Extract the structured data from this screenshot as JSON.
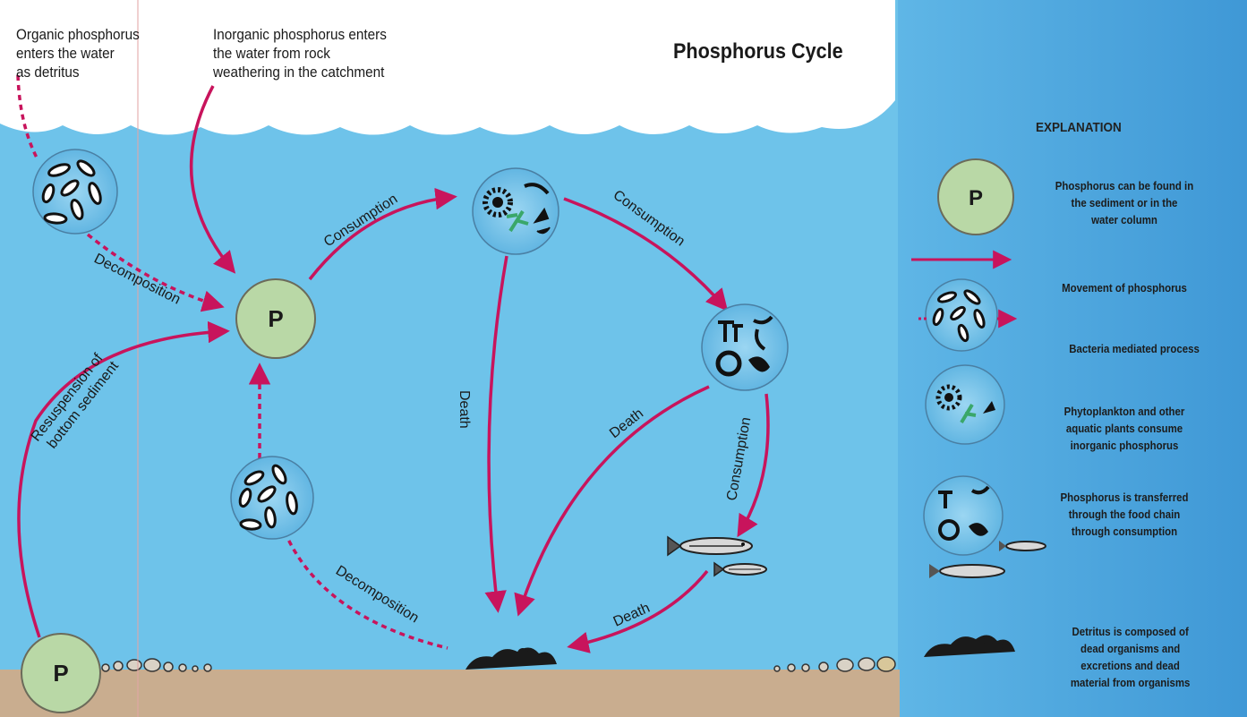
{
  "title": "Phosphorus Cycle",
  "header": {
    "organic_note": [
      "Organic phosphorus",
      "enters the water",
      "as detritus"
    ],
    "inorganic_note": [
      "Inorganic phosphorus enters",
      "the water from rock",
      "weathering in the catchment"
    ]
  },
  "node_symbol": "P",
  "labels": {
    "decomposition_upper": "Decomposition",
    "resuspension": [
      "Resuspension of",
      "bottom sediment"
    ],
    "consumption_1": "Consumption",
    "consumption_2": "Consumption",
    "consumption_3": "Consumption",
    "death_1": "Death",
    "death_2": "Death",
    "death_3": "Death",
    "decomposition_lower": "Decomposition"
  },
  "legend": {
    "title": "EXPLANATION",
    "items": [
      {
        "icon": "phosphorus-circle-icon",
        "text": [
          "Phosphorus can be found in",
          "the sediment or in the",
          "water column"
        ]
      },
      {
        "icon": "arrow-icon",
        "text": [
          "Movement of phosphorus"
        ]
      },
      {
        "icon": "bacteria-circle-icon",
        "text": [
          "Bacteria mediated process"
        ]
      },
      {
        "icon": "phytoplankton-circle-icon",
        "text": [
          "Phytoplankton and other",
          "aquatic plants consume",
          "inorganic phosphorus"
        ]
      },
      {
        "icon": "zooplankton-fish-icon",
        "text": [
          "Phosphorus is transferred",
          "through the food chain",
          "through consumption"
        ]
      },
      {
        "icon": "detritus-icon",
        "text": [
          "Detritus is composed of",
          "dead organisms and",
          "excretions and dead",
          "material from organisms"
        ]
      }
    ]
  },
  "colors": {
    "water": "#6ec3ea",
    "legend_bg": "#4aa2dc",
    "arrow": "#c8145c",
    "sediment": "#c9ad8f",
    "p_circle": "#b9d8a6"
  }
}
